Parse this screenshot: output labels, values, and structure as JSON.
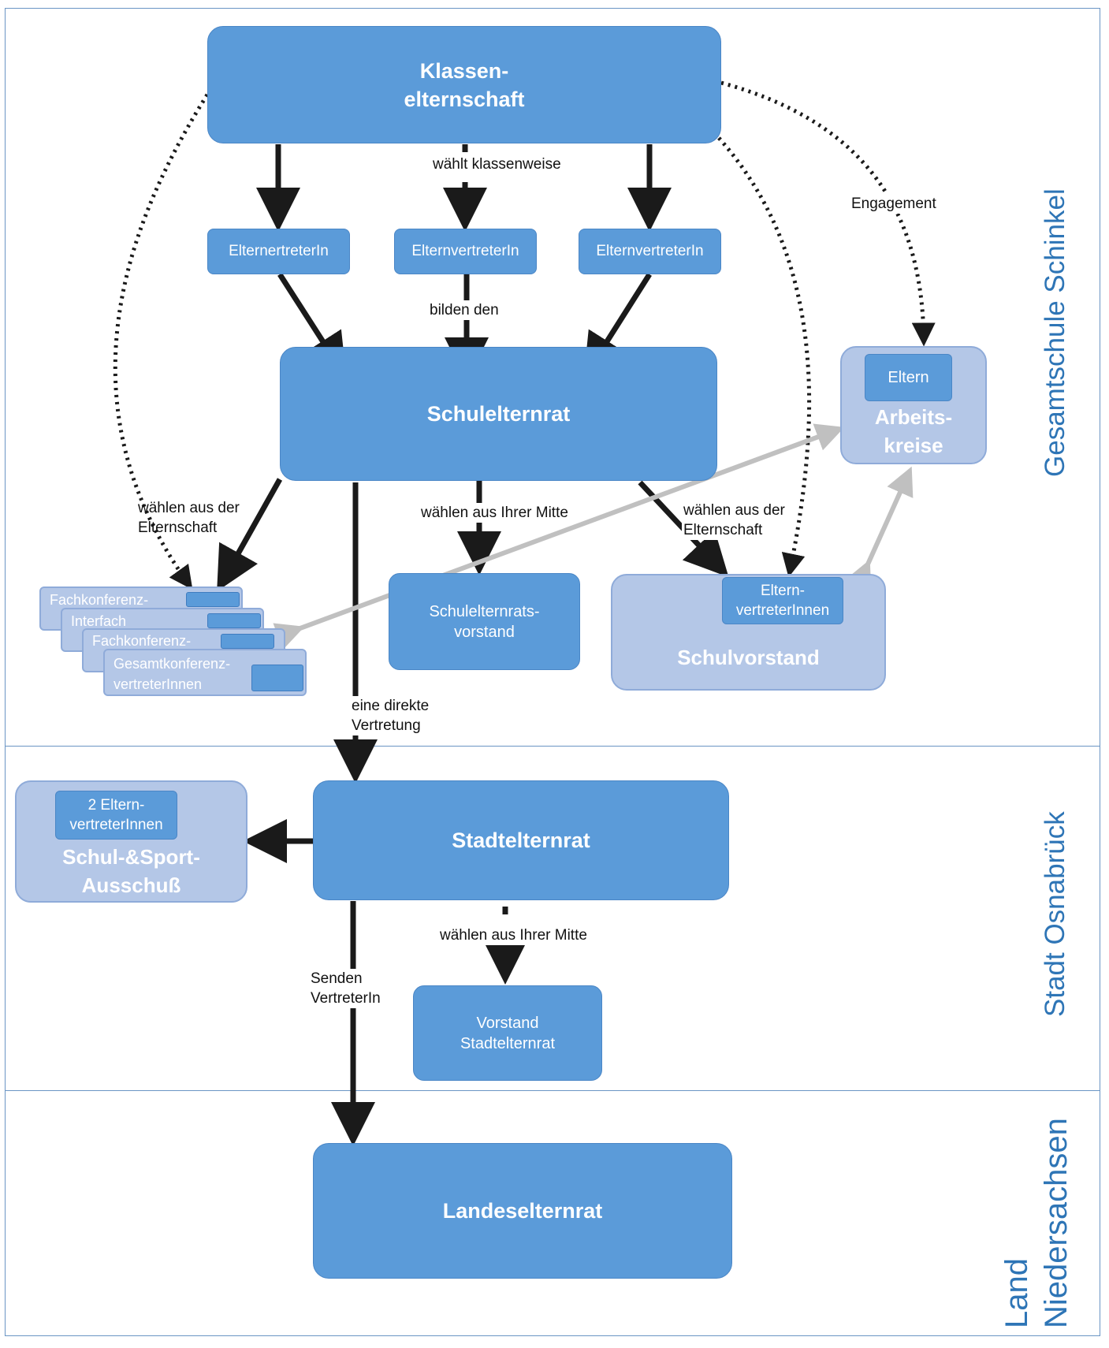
{
  "nodes": {
    "klassenelternschaft": "Klassen-\nelternschaft",
    "vertreter_1": "ElternertreterIn",
    "vertreter_2": "ElternvertreterIn",
    "vertreter_3": "ElternvertreterIn",
    "schulelternrat": "Schulelternrat",
    "arbeitskreise_inner": "Eltern",
    "arbeitskreise": "Arbeits-\nkreise",
    "schulelternratsvorstand": "Schulelternrats-\nvorstand",
    "schulvorstand_inner": "Eltern-\nvertreterInnen",
    "schulvorstand": "Schulvorstand",
    "konferenz_1": "Fachkonferenz-",
    "konferenz_2": "Interfach",
    "konferenz_3": "Fachkonferenz-",
    "konferenz_4": "Gesamtkonferenz-\nvertreterInnen",
    "stadtelternrat": "Stadtelternrat",
    "ausschuss_inner": "2 Eltern-\nvertreterInnen",
    "ausschuss": "Schul-&Sport-\nAusschuß",
    "vorstand_stadtelternrat": "Vorstand\nStadtelternrat",
    "landeselternrat": "Landeselternrat"
  },
  "edge_labels": {
    "waehlt_klassenweise": "wählt klassenweise",
    "engagement": "Engagement",
    "bilden_den": "bilden den",
    "waehlen_aus_der_elternschaft_left": "wählen aus der\nElternschaft",
    "waehlen_aus_ihrer_mitte_1": "wählen aus Ihrer Mitte",
    "waehlen_aus_der_elternschaft_right": "wählen aus der\nElternschaft",
    "eine_direkte_vertretung": "eine direkte\nVertretung",
    "waehlen_aus_ihrer_mitte_2": "wählen aus Ihrer Mitte",
    "senden_vertreterin": "Senden\nVertreterIn"
  },
  "sections": {
    "schule": "Gesamtschule Schinkel",
    "stadt": "Stadt Osnabrück",
    "land": "Land\nNiedersachsen"
  },
  "colors": {
    "box_fill": "#5b9bd9",
    "light_fill": "#b4c7e7",
    "section_text": "#2e75b6",
    "arrow_dark": "#1a1a1a",
    "arrow_grey": "#bfbfbf"
  }
}
